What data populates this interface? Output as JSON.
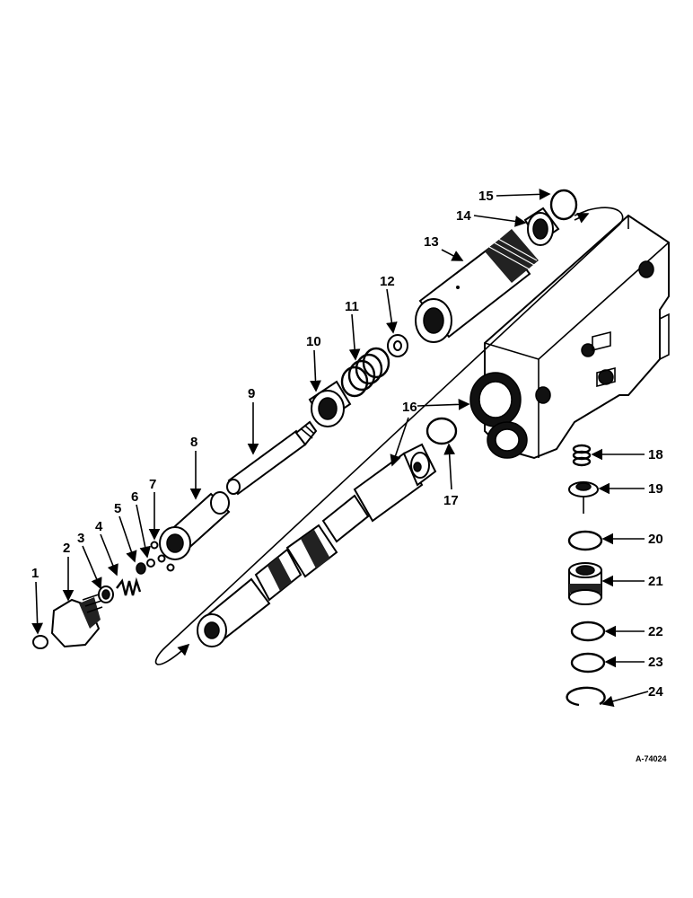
{
  "drawing_ref": "A-74024",
  "callouts": [
    {
      "id": 1,
      "label": "1"
    },
    {
      "id": 2,
      "label": "2"
    },
    {
      "id": 3,
      "label": "3"
    },
    {
      "id": 4,
      "label": "4"
    },
    {
      "id": 5,
      "label": "5"
    },
    {
      "id": 6,
      "label": "6"
    },
    {
      "id": 7,
      "label": "7"
    },
    {
      "id": 8,
      "label": "8"
    },
    {
      "id": 9,
      "label": "9"
    },
    {
      "id": 10,
      "label": "10"
    },
    {
      "id": 11,
      "label": "11"
    },
    {
      "id": 12,
      "label": "12"
    },
    {
      "id": 13,
      "label": "13"
    },
    {
      "id": 14,
      "label": "14"
    },
    {
      "id": 15,
      "label": "15"
    },
    {
      "id": 16,
      "label": "16"
    },
    {
      "id": 17,
      "label": "17"
    },
    {
      "id": 18,
      "label": "18"
    },
    {
      "id": 19,
      "label": "19"
    },
    {
      "id": 20,
      "label": "20"
    },
    {
      "id": 21,
      "label": "21"
    },
    {
      "id": 22,
      "label": "22"
    },
    {
      "id": 23,
      "label": "23"
    },
    {
      "id": 24,
      "label": "24"
    }
  ]
}
